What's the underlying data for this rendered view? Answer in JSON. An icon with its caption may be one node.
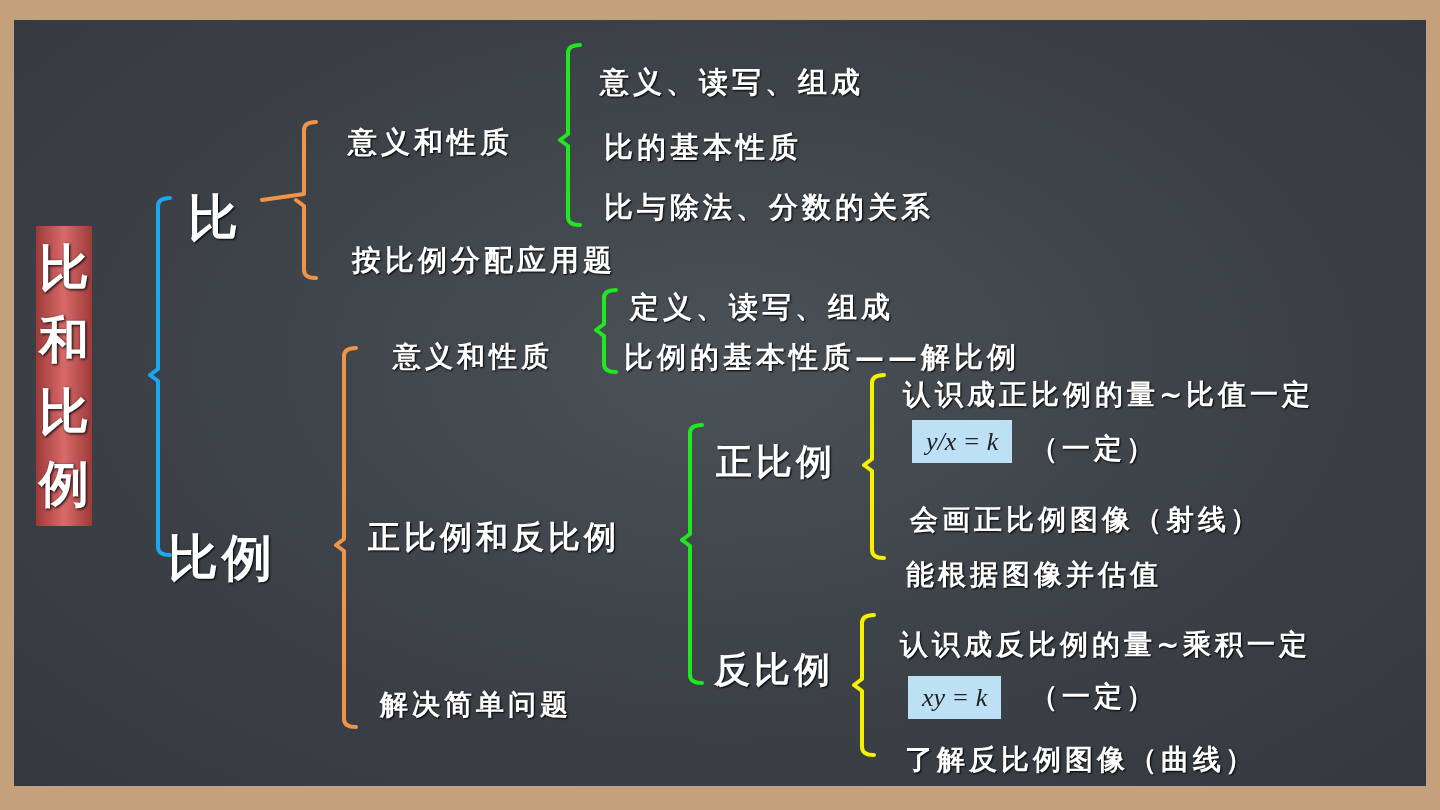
{
  "diagram": {
    "title": "比和比例",
    "labels": [
      "比",
      "意义和性质",
      "意义、读写、组成",
      "比的基本性质",
      "比与除法、分数的关系",
      "按比例分配应用题",
      "比例",
      "意义和性质",
      "定义、读写、组成",
      "比例的基本性质——解比例",
      "正比例和反比例",
      "正比例",
      "认识成正比例的量~比值一定",
      "y/x = k",
      "（一定）",
      "会画正比例图像（射线）",
      "能根据图像并估值",
      "反比例",
      "认识成反比例的量~乘积一定",
      "xy = k",
      "（一定）",
      "了解反比例图像（曲线）",
      "解决简单问题"
    ]
  }
}
